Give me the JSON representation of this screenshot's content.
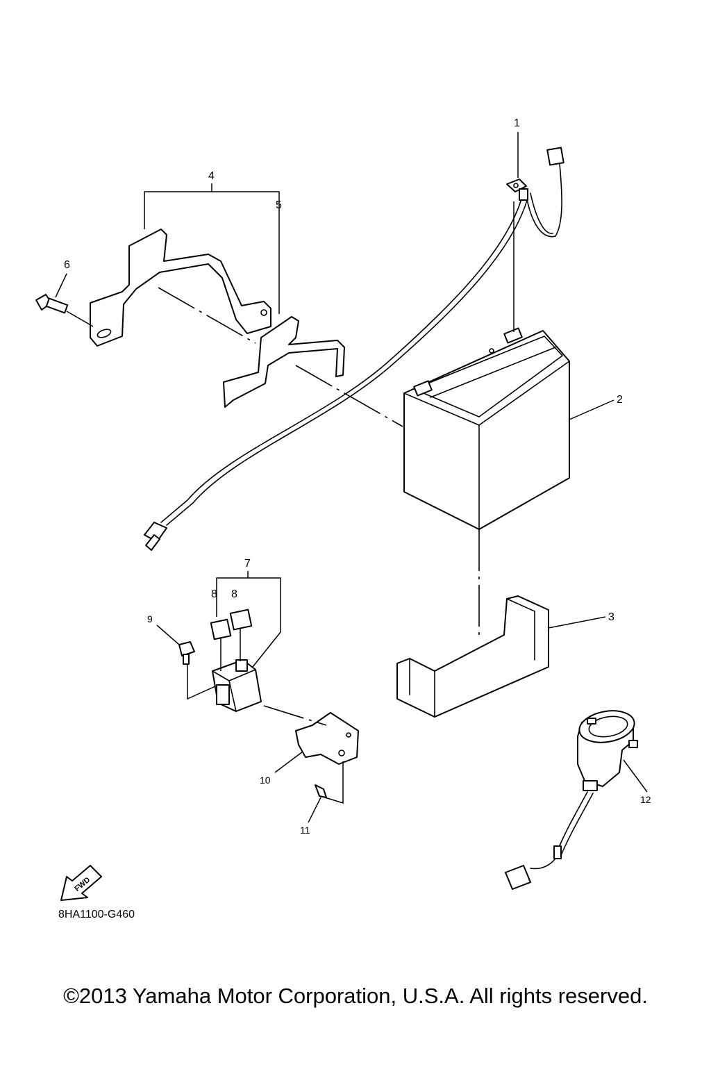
{
  "callouts": {
    "c1": "1",
    "c2": "2",
    "c3": "3",
    "c4": "4",
    "c5": "5",
    "c6": "6",
    "c7": "7",
    "c8a": "8",
    "c8b": "8",
    "c9": "9",
    "c10": "10",
    "c11": "11",
    "c12": "12"
  },
  "fwd_label": "FWD",
  "diagram_ref": "8HA1100-G460",
  "copyright": "©2013 Yamaha Motor Corporation, U.S.A. All rights reserved.",
  "colors": {
    "line": "#000000",
    "background": "#ffffff"
  }
}
